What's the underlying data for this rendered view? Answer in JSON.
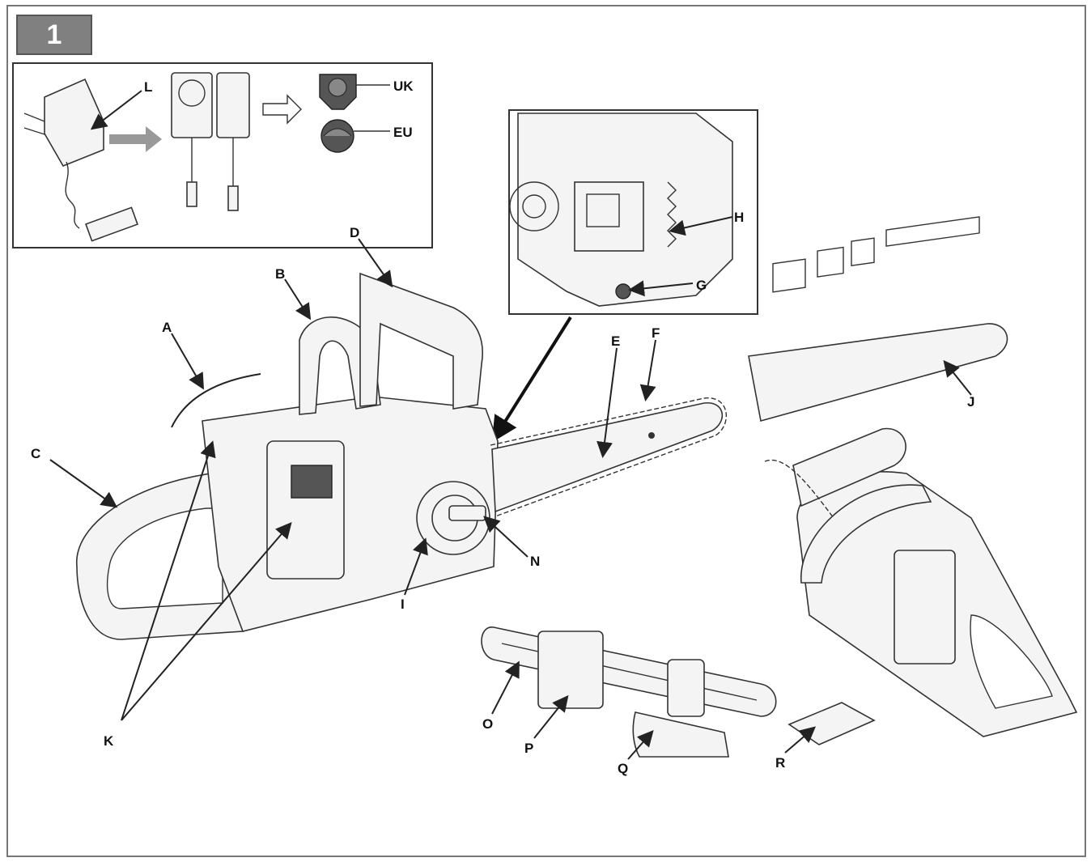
{
  "figure": {
    "number": "1"
  },
  "labels": {
    "A": "A",
    "B": "B",
    "C": "C",
    "D": "D",
    "E": "E",
    "F": "F",
    "G": "G",
    "H": "H",
    "I": "I",
    "J": "J",
    "K": "K",
    "L": "L",
    "N": "N",
    "O": "O",
    "P": "P",
    "Q": "Q",
    "R": "R",
    "UK": "UK",
    "EU": "EU"
  },
  "colors": {
    "frame": "#777777",
    "badge": "#808080",
    "arrow": "#999999",
    "ink": "#222222"
  }
}
